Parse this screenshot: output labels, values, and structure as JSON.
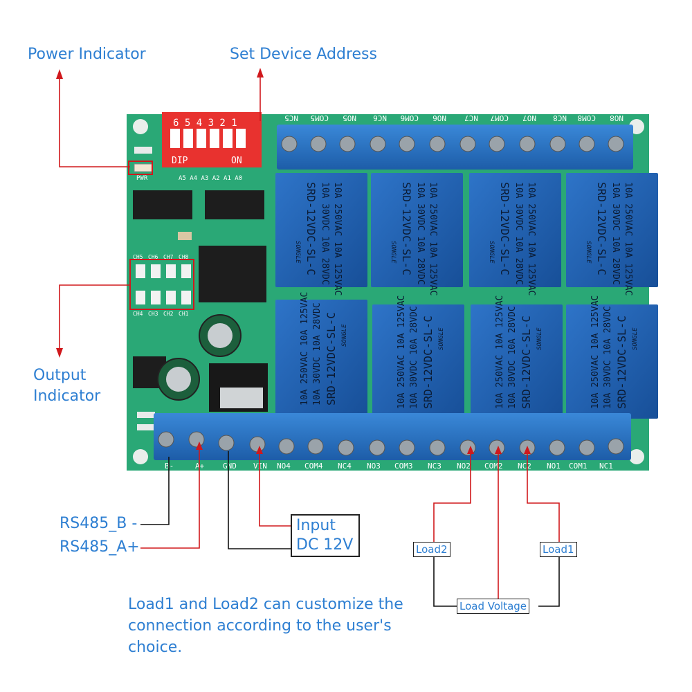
{
  "labels": {
    "power_indicator": "Power Indicator",
    "set_device_address": "Set Device Address",
    "output_indicator_line1": "Output",
    "output_indicator_line2": "Indicator",
    "rs485_b": "RS485_B -",
    "rs485_a": "RS485_A+",
    "input_line1": "Input",
    "input_line2": "DC 12V",
    "load1": "Load1",
    "load2": "Load2",
    "load_voltage": "Load Voltage",
    "note": "Load1 and Load2 can customize the connection according to the user's choice."
  },
  "board": {
    "top_terminals": [
      "NC5",
      "COM5",
      "NO5",
      "NC6",
      "COM6",
      "NO6",
      "NC7",
      "COM7",
      "NO7",
      "NC8",
      "COM8",
      "NO8"
    ],
    "bottom_terminals": [
      "B-",
      "A+",
      "GND",
      "VIN",
      "NO4",
      "COM4",
      "NC4",
      "NO3",
      "COM3",
      "NC3",
      "NO2",
      "COM2",
      "NC2",
      "NO1",
      "COM1",
      "NC1"
    ],
    "dip": {
      "numbers": "6 5 4 3 2 1",
      "left": "DIP",
      "right": "ON"
    },
    "address_pins": "A5 A4 A3 A2 A1 A0",
    "pwr": "PWR",
    "channels_top": [
      "CH5",
      "CH6",
      "CH7",
      "CH8"
    ],
    "channels_bottom": [
      "CH4",
      "CH3",
      "CH2",
      "CH1"
    ],
    "relay": {
      "brand": "SONGLE",
      "rating1": "10A 250VAC  10A 125VAC",
      "rating2": "10A 30VDC   10A 28VDC",
      "model": "SRD-12VDC-SL-C"
    }
  },
  "colors": {
    "pcb": "#2aa876",
    "relay": "#1f5fb0",
    "terminal": "#2a74c6",
    "dip": "#e8322f",
    "label": "#2e7fd2",
    "red_wire": "#d0181c"
  }
}
